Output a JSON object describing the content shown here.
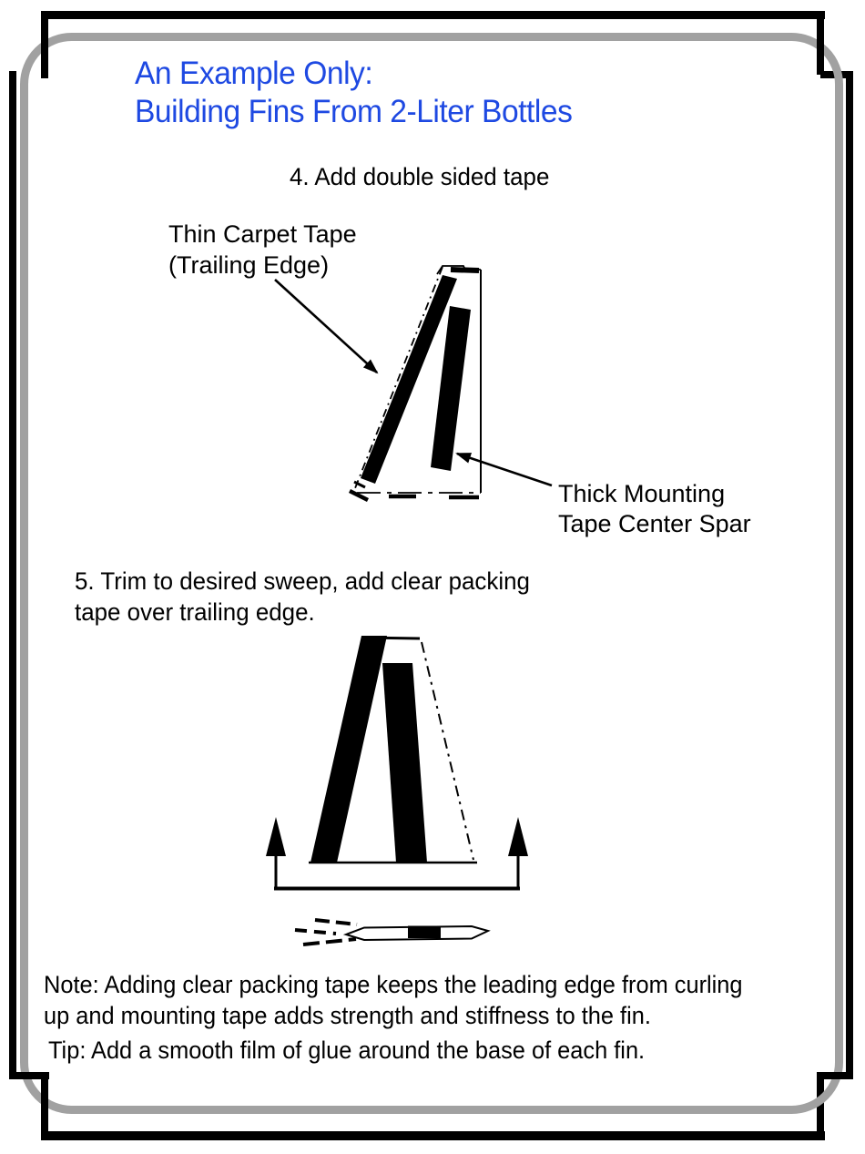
{
  "colors": {
    "title_blue": "#1E49E2",
    "border_gray": "#A1A1A1",
    "ink": "#000000",
    "page_bg": "#FFFFFF"
  },
  "title": {
    "line1": "An Example Only:",
    "line2": "Building Fins From 2-Liter Bottles"
  },
  "step4": {
    "text": "4. Add double sided tape"
  },
  "label_thin_carpet_tape": {
    "line1": "Thin Carpet Tape",
    "line2": "(Trailing Edge)"
  },
  "label_thick_mounting_tape": {
    "line1": "Thick Mounting",
    "line2": "Tape Center Spar"
  },
  "step5": {
    "line1": "5. Trim to desired sweep, add clear packing",
    "line2": "tape over trailing edge."
  },
  "note": {
    "line1": "Note: Adding clear packing tape keeps the leading edge from curling",
    "line2": "up and mounting tape adds strength and stiffness to the fin."
  },
  "tip": {
    "text": "Tip: Add a smooth film of glue around the base of each fin."
  }
}
